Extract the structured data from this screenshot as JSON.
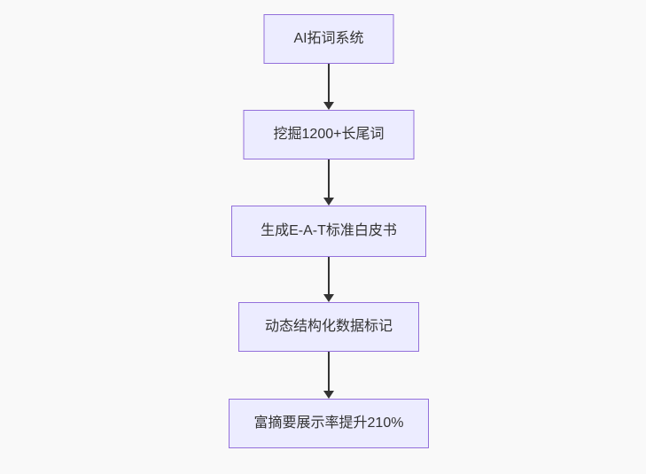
{
  "flowchart": {
    "type": "flowchart",
    "direction": "top-down",
    "colors": {
      "canvas_background": "#f9f9f9",
      "node_fill": "#ececff",
      "node_border": "#9370db",
      "node_text": "#333333",
      "arrow": "#333333"
    },
    "nodes": [
      {
        "label": "AI拓词系统"
      },
      {
        "label": "挖掘1200+长尾词"
      },
      {
        "label": "生成E-A-T标准白皮书"
      },
      {
        "label": "动态结构化数据标记"
      },
      {
        "label": "富摘要展示率提升210%"
      }
    ],
    "edges": [
      {
        "from": "AI拓词系统",
        "to": "挖掘1200+长尾词"
      },
      {
        "from": "挖掘1200+长尾词",
        "to": "生成E-A-T标准白皮书"
      },
      {
        "from": "生成E-A-T标准白皮书",
        "to": "动态结构化数据标记"
      },
      {
        "from": "动态结构化数据标记",
        "to": "富摘要展示率提升210%"
      }
    ]
  }
}
